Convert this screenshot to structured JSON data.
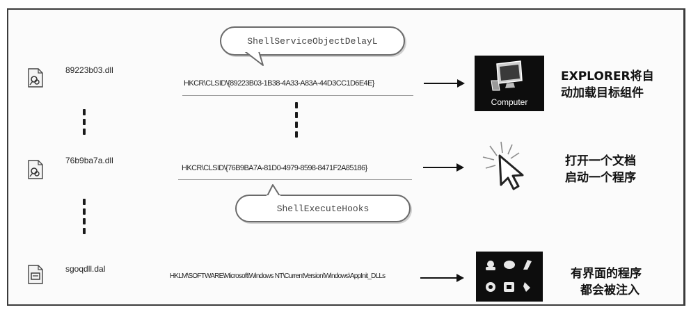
{
  "files": [
    {
      "name": "89223b03.dll",
      "icon": "dll-file-icon"
    },
    {
      "name": "76b9ba7a.dll",
      "icon": "dll-file-icon"
    },
    {
      "name": "sgoqdll.dal",
      "icon": "dal-file-icon"
    }
  ],
  "registry": [
    "HKCR\\CLSID\\{89223B03-1B38-4A33-A83A-44D3CC1D6E4E}",
    "HKCR\\CLSID\\{76B9BA7A-81D0-4979-8598-8471F2A85186}",
    "HKLM\\SOFTWARE\\Microsoft\\Windows NT\\CurrentVersion\\Windows\\AppInit_DLLs"
  ],
  "bubbles": {
    "top": "ShellServiceObjectDelayL",
    "bottom": "ShellExecuteHooks"
  },
  "computer_label": "Computer",
  "captions": {
    "row1": [
      "EXPLORER将自",
      "动加载目标组件"
    ],
    "row2": [
      "打开一个文档",
      "启动一个程序"
    ],
    "row3": [
      "有界面的程序",
      "都会被注入"
    ]
  },
  "colors": {
    "ink": "#111111",
    "tile": "#0d0d0d",
    "bubble_border": "#6a6a6a"
  }
}
